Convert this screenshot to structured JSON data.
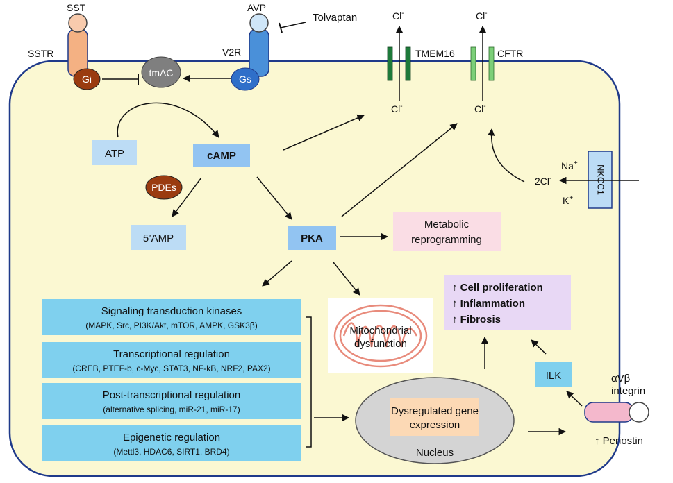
{
  "receptors": {
    "sst": "SST",
    "sstr": "SSTR",
    "gi": "Gi",
    "avp": "AVP",
    "v2r": "V2R",
    "gs": "Gs",
    "tolvaptan": "Tolvaptan",
    "tmac": "tmAC"
  },
  "channels": {
    "tmem16": "TMEM16",
    "cftr": "CFTR",
    "cl": "Cl",
    "cl_sup": "-",
    "nkcc1": "NKCC1",
    "na": "Na",
    "na_sup": "+",
    "k": "K",
    "k_sup": "+",
    "two_cl": "2Cl",
    "two_cl_sup": "-"
  },
  "molecules": {
    "atp": "ATP",
    "camp": "cAMP",
    "pdes": "PDEs",
    "amp5": "5’AMP",
    "pka": "PKA"
  },
  "metabolic": {
    "line1": "Metabolic",
    "line2": "reprogramming"
  },
  "outcomes": {
    "l1": "↑ Cell proliferation",
    "l2": "↑ Inflammation",
    "l3": "↑ Fibrosis"
  },
  "mito": {
    "line1": "Mitochondrial",
    "line2": "dysfunction"
  },
  "ilk": "ILK",
  "integrin": {
    "line1": "αVβ",
    "line2": "integrin",
    "periostin": "↑ Periostin"
  },
  "nucleus": {
    "gene1": "Dysregulated gene",
    "gene2": "expression",
    "label": "Nucleus"
  },
  "pathways": [
    {
      "title": "Signaling transduction kinases",
      "detail": "(MAPK, Src, PI3K/Akt, mTOR, AMPK, GSK3β)"
    },
    {
      "title": "Transcriptional regulation",
      "detail": "(CREB, PTEF-b, c-Myc, STAT3, NF-kB, NRF2, PAX2)"
    },
    {
      "title": "Post-transcriptional regulation",
      "detail": "(alternative splicing, miR-21, miR-17)"
    },
    {
      "title": "Epigenetic regulation",
      "detail": "(Mettl3, HDAC6, SIRT1, BRD4)"
    }
  ],
  "colors": {
    "cell_fill": "#fbf8d2",
    "cell_border": "#1f3a8a",
    "box_blue": "#7fd0ee",
    "box_light_blue": "#bcdcf5",
    "box_mid_blue": "#92c4f2",
    "pink": "#fadde5",
    "lavender": "#e8d8f5",
    "brown": "#9a3b10",
    "grey": "#808080",
    "channel_dark": "#1e7a3a",
    "channel_light": "#7ccf78",
    "nucleus_fill": "#d4d4d4",
    "gene_box": "#fcd9b5",
    "mito": "#e88b7c"
  }
}
